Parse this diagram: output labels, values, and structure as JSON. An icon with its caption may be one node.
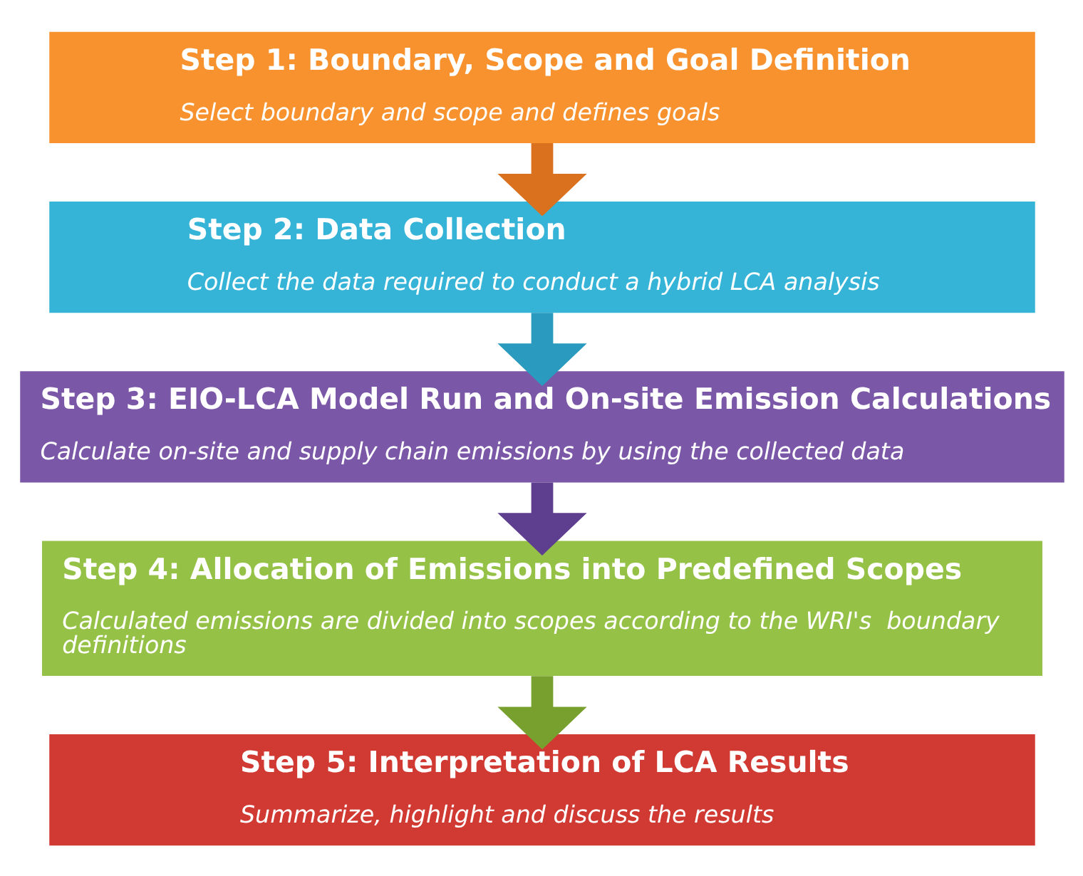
{
  "diagram": {
    "nodes": [
      {
        "text": [
          "Step 1: Boundary, Scope and Goal Definition",
          "Select boundary and scope and defines goals"
        ]
      },
      {
        "text": [
          "Step 2: Data Collection",
          "Collect the data required to conduct a hybrid LCA analysis"
        ]
      },
      {
        "text": [
          "Step 3: EIO-LCA Model Run and On-site Emission Calculations",
          "Calculate on-site and supply chain emissions by using the collected data"
        ]
      },
      {
        "text": [
          "Step 4: Allocation of Emissions into Predefined Scopes",
          "Calculated emissions are divided into scopes according to the WRI's  boundary definitions"
        ]
      },
      {
        "text": [
          "Step 5: Interpretation of LCA Results",
          "Summarize, highlight and discuss the results"
        ]
      }
    ],
    "edges": [
      {
        "from": 0,
        "to": 1,
        "arrow": "to",
        "color": "#d9711f"
      },
      {
        "from": 1,
        "to": 2,
        "arrow": "to",
        "color": "#2a9bbf"
      },
      {
        "from": 2,
        "to": 3,
        "arrow": "to",
        "color": "#5e3f8f"
      },
      {
        "from": 3,
        "to": 4,
        "arrow": "to",
        "color": "#78a02e"
      }
    ]
  }
}
